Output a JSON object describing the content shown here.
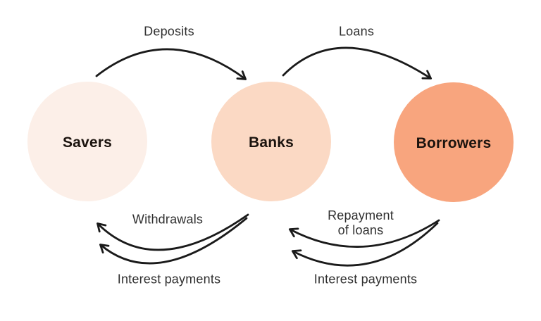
{
  "nodes": [
    {
      "id": "savers",
      "label": "Savers",
      "color": "#FCEFE8"
    },
    {
      "id": "banks",
      "label": "Banks",
      "color": "#FBD9C4"
    },
    {
      "id": "borrowers",
      "label": "Borrowers",
      "color": "#F8A57E"
    }
  ],
  "flows": [
    {
      "label": "Deposits",
      "from": "Savers",
      "to": "Banks"
    },
    {
      "label": "Loans",
      "from": "Banks",
      "to": "Borrowers"
    },
    {
      "label": "Withdrawals",
      "from": "Banks",
      "to": "Savers"
    },
    {
      "label": "Interest payments",
      "from": "Banks",
      "to": "Savers"
    },
    {
      "label": "Repayment of loans",
      "from": "Borrowers",
      "to": "Banks"
    },
    {
      "label": "Interest payments",
      "from": "Borrowers",
      "to": "Banks"
    }
  ],
  "colors": {
    "background": "#FFFFFF",
    "arrow": "#1A1A1A",
    "flow_label_text": "#2F2F2F",
    "node_label_text": "#1B130E"
  }
}
